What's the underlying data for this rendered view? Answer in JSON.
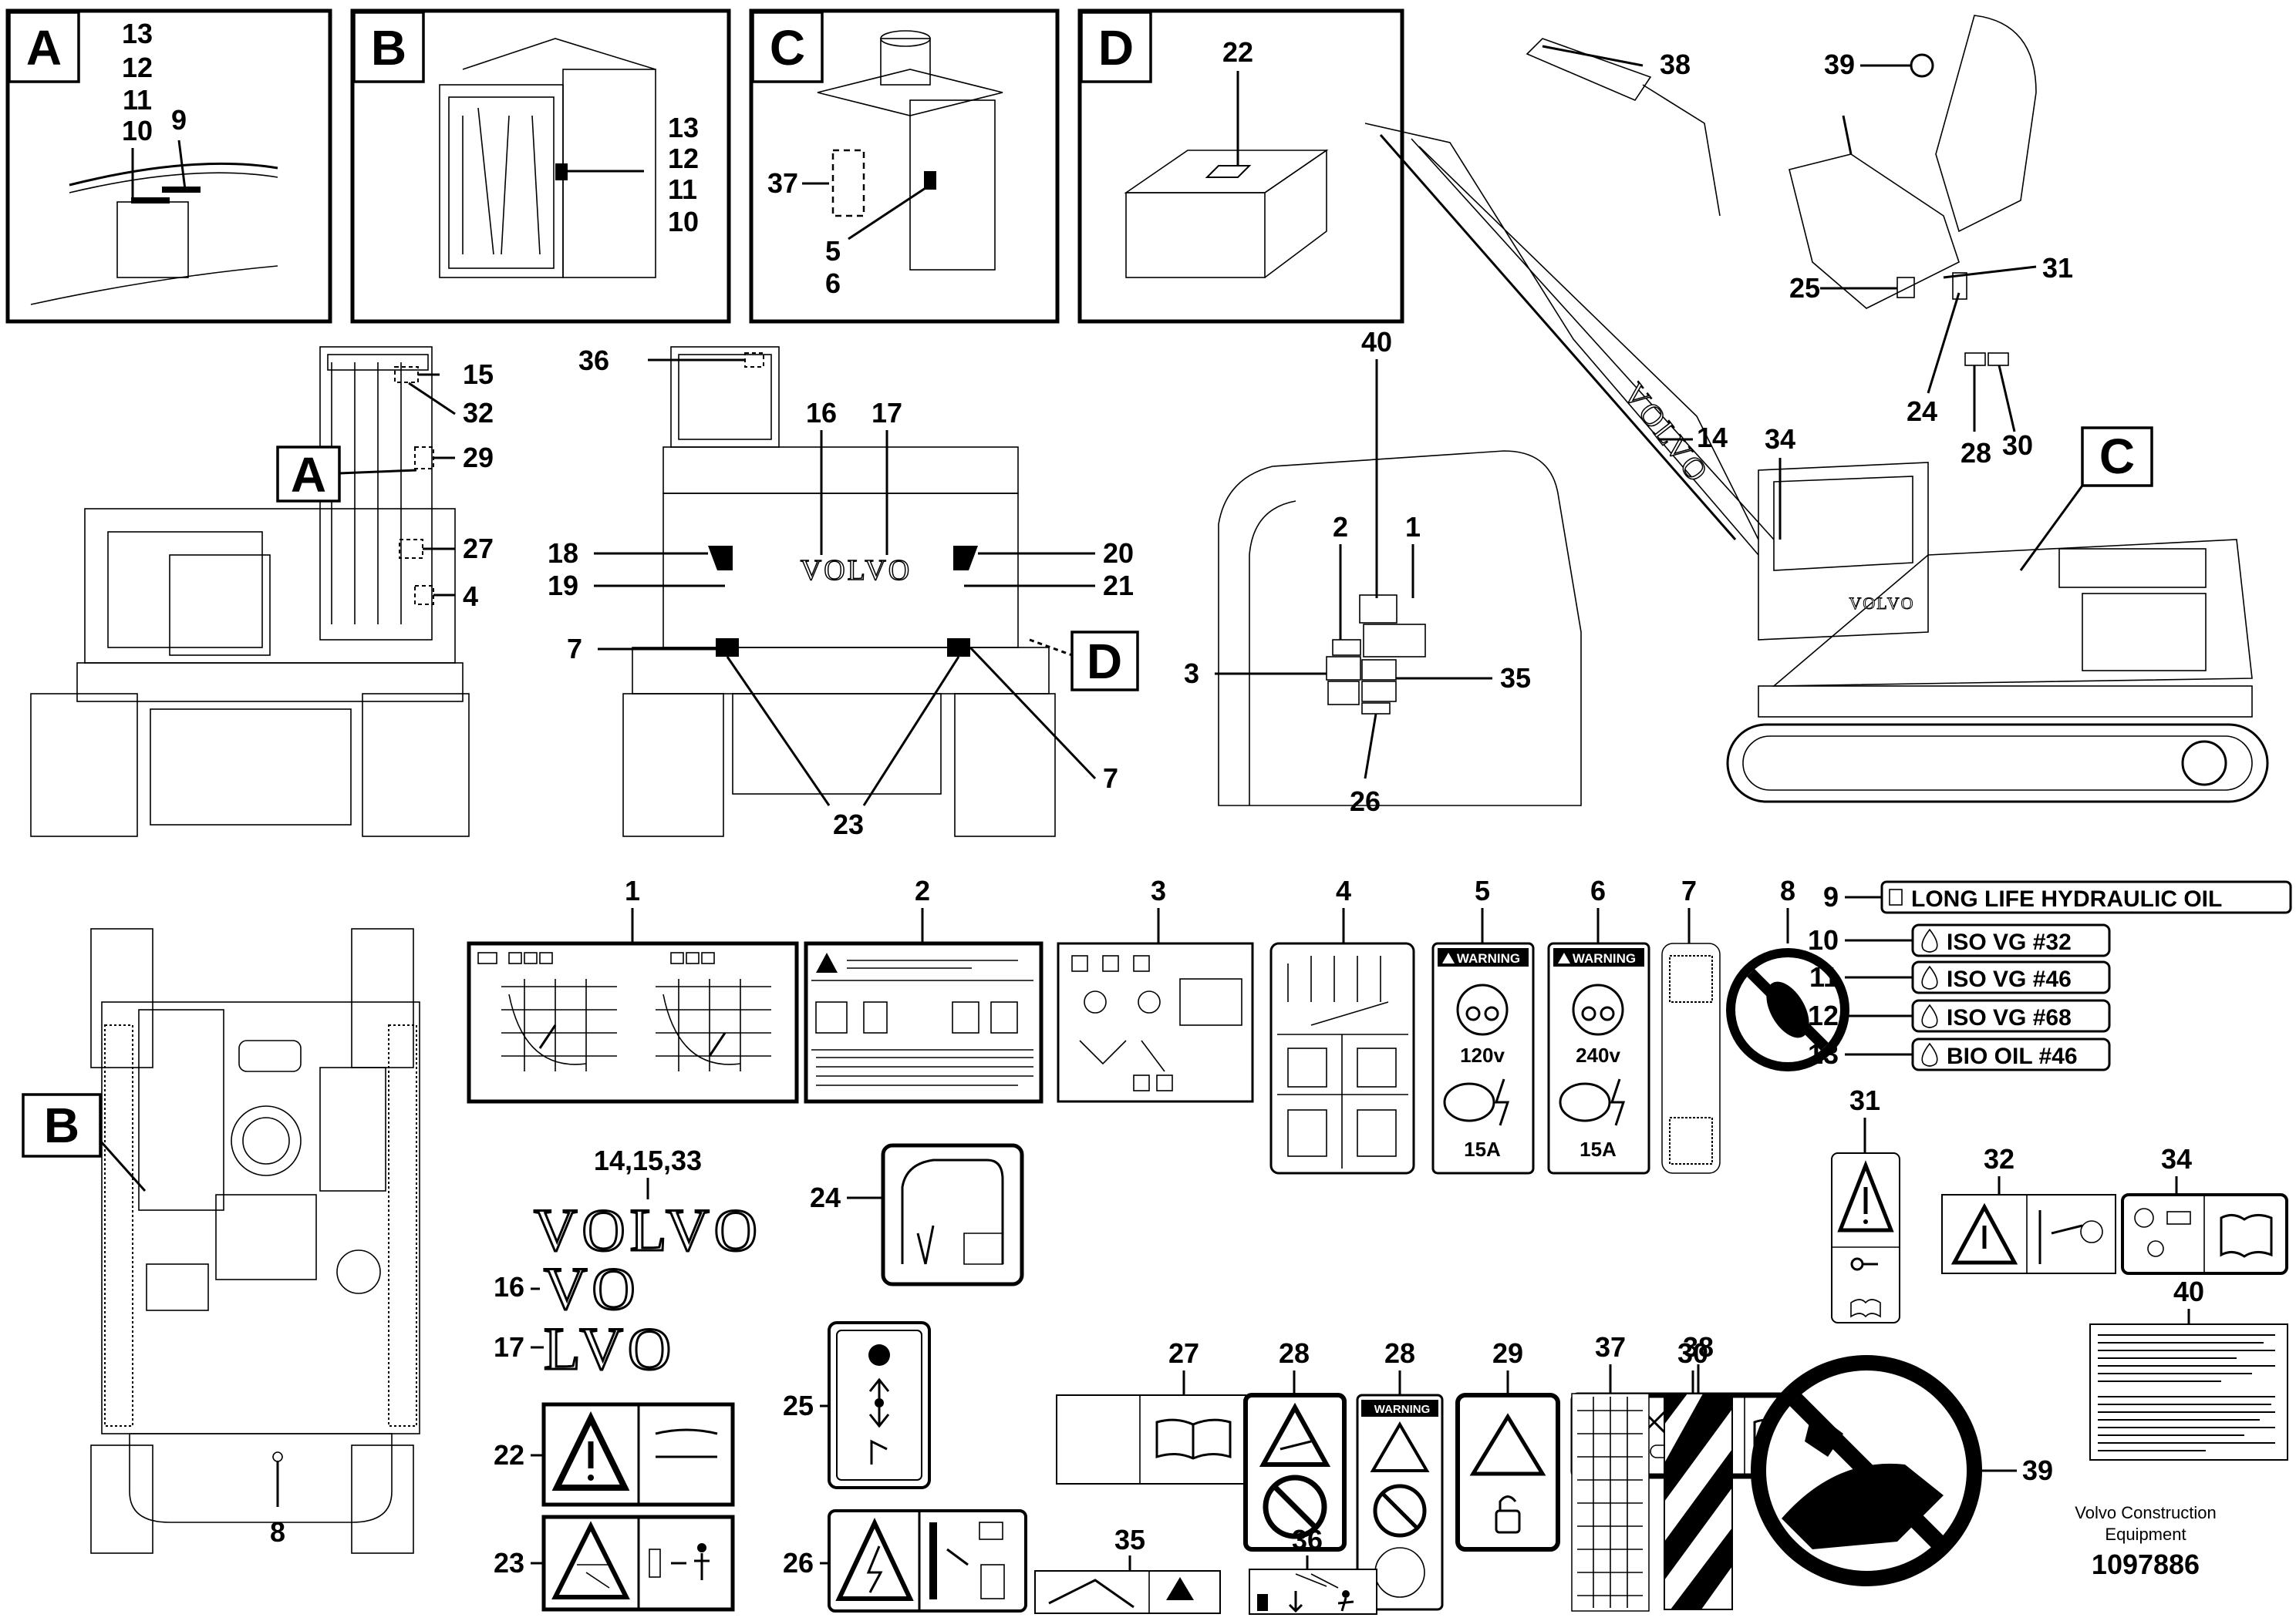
{
  "detail_views": {
    "A": {
      "letter": "A",
      "nums": [
        "13",
        "12",
        "11",
        "10",
        "9"
      ]
    },
    "B": {
      "letter": "B",
      "nums": [
        "13",
        "12",
        "11",
        "10"
      ]
    },
    "C": {
      "letter": "C",
      "nums": [
        "37",
        "5",
        "6"
      ]
    },
    "D": {
      "letter": "D",
      "nums": [
        "22"
      ]
    }
  },
  "callouts": {
    "view_rear_left": [
      "15",
      "32",
      "29",
      "27",
      "4"
    ],
    "view_rear_center": [
      "36",
      "16",
      "17",
      "18",
      "20",
      "19",
      "21",
      "7",
      "7",
      "23"
    ],
    "view_cab": [
      "40",
      "2",
      "1",
      "3",
      "35",
      "26"
    ],
    "view_side": [
      "38",
      "39",
      "25",
      "31",
      "24",
      "28",
      "30",
      "34",
      "14"
    ],
    "view_top": [
      "8"
    ]
  },
  "markers": {
    "A": "A",
    "B": "B",
    "C": "C",
    "D": "D"
  },
  "decals": {
    "n1": "1",
    "n2": "2",
    "n3": "3",
    "n4": "4",
    "n5": "5",
    "n6": "6",
    "n7": "7",
    "n8": "8",
    "n14": "14,15,33",
    "n16": "16",
    "n17": "17",
    "n22": "22",
    "n23": "23",
    "n24": "24",
    "n25": "25",
    "n26": "26",
    "n27": "27",
    "n28a": "28",
    "n28b": "28",
    "n29": "29",
    "n30": "30",
    "n31": "31",
    "n32": "32",
    "n34": "34",
    "n35": "35",
    "n36": "36",
    "n37": "37",
    "n38": "38",
    "n39": "39",
    "n40": "40",
    "warning": "WARNING",
    "volt_120": "120v",
    "amp_120": "15A",
    "volt_240": "240v",
    "amp_240": "15A",
    "logo_14": "VOLVO",
    "logo_16": "VO",
    "logo_17": "LVO",
    "oil_labels": [
      {
        "num": "9",
        "text": "LONG LIFE HYDRAULIC OIL"
      },
      {
        "num": "10",
        "text": "ISO VG #32"
      },
      {
        "num": "11",
        "text": "ISO VG #46"
      },
      {
        "num": "12",
        "text": "ISO VG #68"
      },
      {
        "num": "13",
        "text": "BIO OIL #46"
      }
    ]
  },
  "machine_logo": "VOLVO",
  "footer": {
    "line1": "Volvo Construction",
    "line2": "Equipment",
    "part_number": "1097886"
  }
}
